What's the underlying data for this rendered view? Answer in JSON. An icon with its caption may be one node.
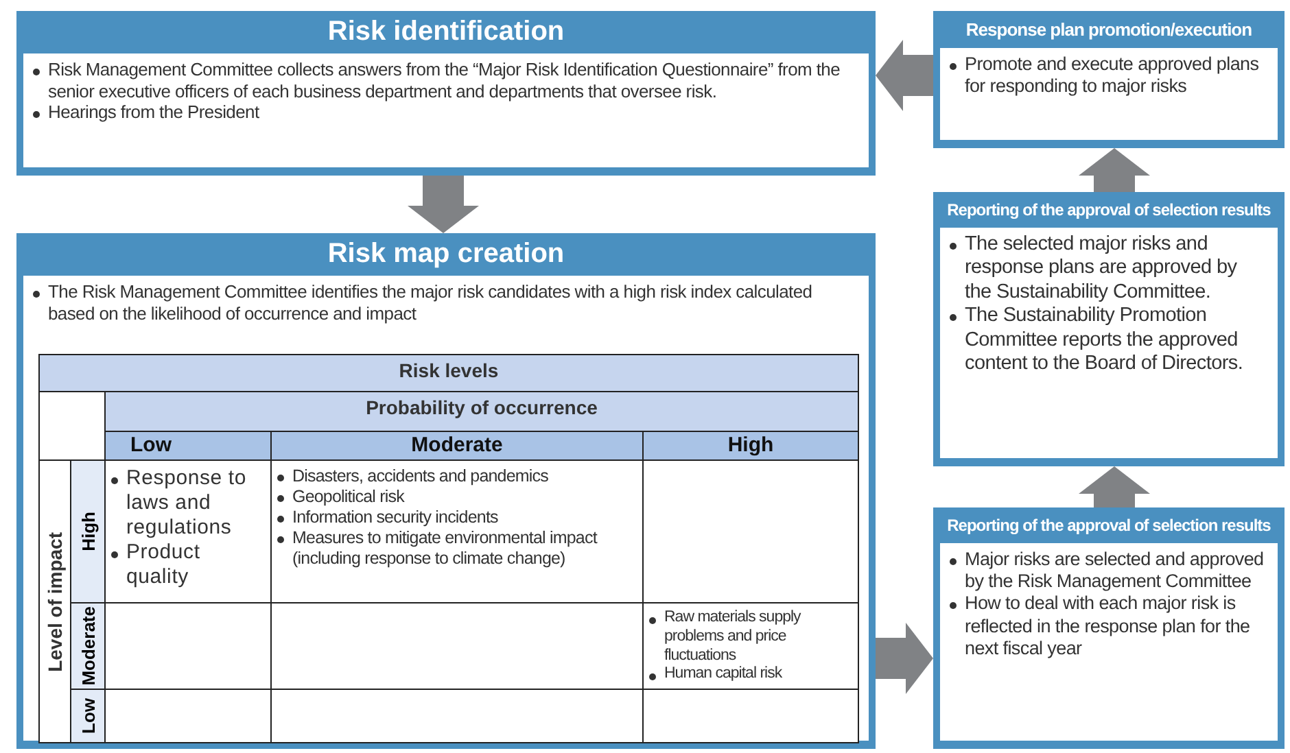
{
  "diagram": {
    "nodes": [
      {
        "text": [
          "Risk identification",
          "Risk Management Committee collects answers from the “Major Risk Identification Questionnaire” from the senior executive officers of each business department and departments that oversee risk.",
          "Hearings from the President"
        ]
      },
      {
        "text": [
          "Risk map creation",
          "The Risk Management Committee identifies the major risk candidates with a high risk index calculated based on the likelihood of occurrence and impact"
        ]
      },
      {
        "text": [
          "Reporting of the approval of selection results",
          "Major risks are selected and approved by the Risk Management Committee",
          "How to deal with each major risk is reflected in the response plan for the next fiscal year"
        ]
      },
      {
        "text": [
          "Reporting of the approval of selection results",
          "The selected major risks and response plans are approved by the Sustainability Committee.",
          "The Sustainability Promotion Committee reports the approved content to the Board of Directors."
        ]
      },
      {
        "text": [
          "Response plan promotion/execution",
          "Promote and execute approved plans for responding to major risks"
        ]
      }
    ],
    "edges": [
      {
        "from": 0,
        "to": 1,
        "arrow": "to"
      },
      {
        "from": 1,
        "to": 2,
        "arrow": "to"
      },
      {
        "from": 2,
        "to": 3,
        "arrow": "to"
      },
      {
        "from": 3,
        "to": 4,
        "arrow": "to"
      },
      {
        "from": 4,
        "to": 0,
        "arrow": "to"
      }
    ],
    "labels": [
      "Risk levels",
      "Probability of occurrence",
      "Low",
      "Moderate",
      "High",
      "Level of impact",
      "High",
      "Response to laws and regulations",
      "Product quality",
      "Disasters, accidents and pandemics",
      "Geopolitical risk",
      "Information security incidents",
      "Measures to mitigate environmental impact (including response to climate change)",
      "Moderate",
      "Raw materials supply problems and price fluctuations",
      "Human capital risk",
      "Low"
    ]
  }
}
